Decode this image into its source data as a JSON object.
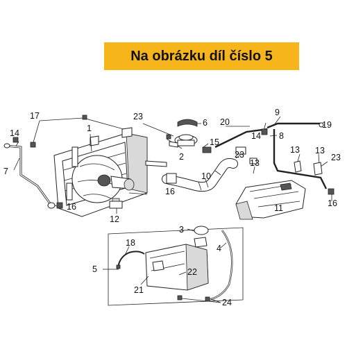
{
  "banner": {
    "text": "Na obrázku díl číslo 5",
    "color": "#f7b51c"
  },
  "callouts": {
    "c1": "1",
    "c2": "2",
    "c3": "3",
    "c4": "4",
    "c5": "5",
    "c6": "6",
    "c7": "7",
    "c8": "8",
    "c9": "9",
    "c10": "10",
    "c11": "11",
    "c12": "12",
    "c13a": "13",
    "c13b": "13",
    "c13c": "13",
    "c14a": "14",
    "c14b": "14",
    "c15": "15",
    "c16a": "16",
    "c16b": "16",
    "c16c": "16",
    "c17": "17",
    "c18": "18",
    "c19": "19",
    "c20": "20",
    "c21": "21",
    "c22": "22",
    "c23a": "23",
    "c23b": "23",
    "c23c": "23",
    "c24": "24"
  }
}
